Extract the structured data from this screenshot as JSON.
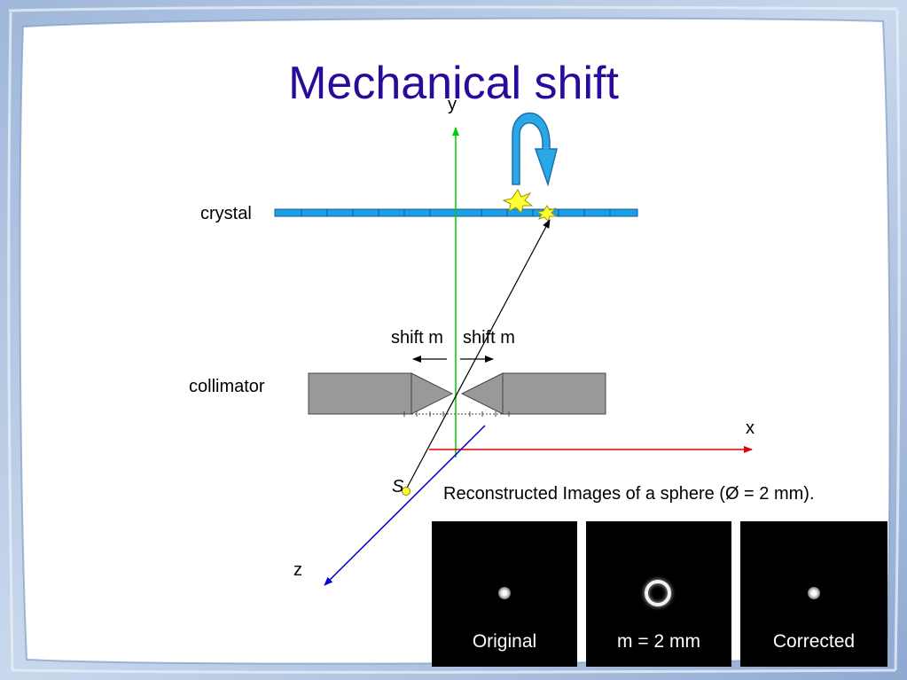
{
  "title": "Mechanical shift",
  "axes": {
    "x": "x",
    "y": "y",
    "z": "z"
  },
  "labels": {
    "crystal": "crystal",
    "collimator": "collimator",
    "shift_left": "shift m",
    "shift_right": "shift m",
    "source": "S"
  },
  "caption": "Reconstructed Images of a sphere (Ø = 2 mm).",
  "panels": [
    {
      "label": "Original",
      "image": "point"
    },
    {
      "label": "m = 2 mm",
      "image": "ring"
    },
    {
      "label": "Corrected",
      "image": "point"
    }
  ],
  "colors": {
    "title": "#2a0a9a",
    "crystal": "#1ea0e6",
    "collimator": "#999999",
    "y_axis": "#00cc00",
    "x_axis": "#e00000",
    "z_axis": "#0000cc",
    "rotation_arrow": "#2aa8e6",
    "interaction_burst": "#ffff33",
    "source": "#ffff33",
    "border": "#a9bfdd"
  }
}
